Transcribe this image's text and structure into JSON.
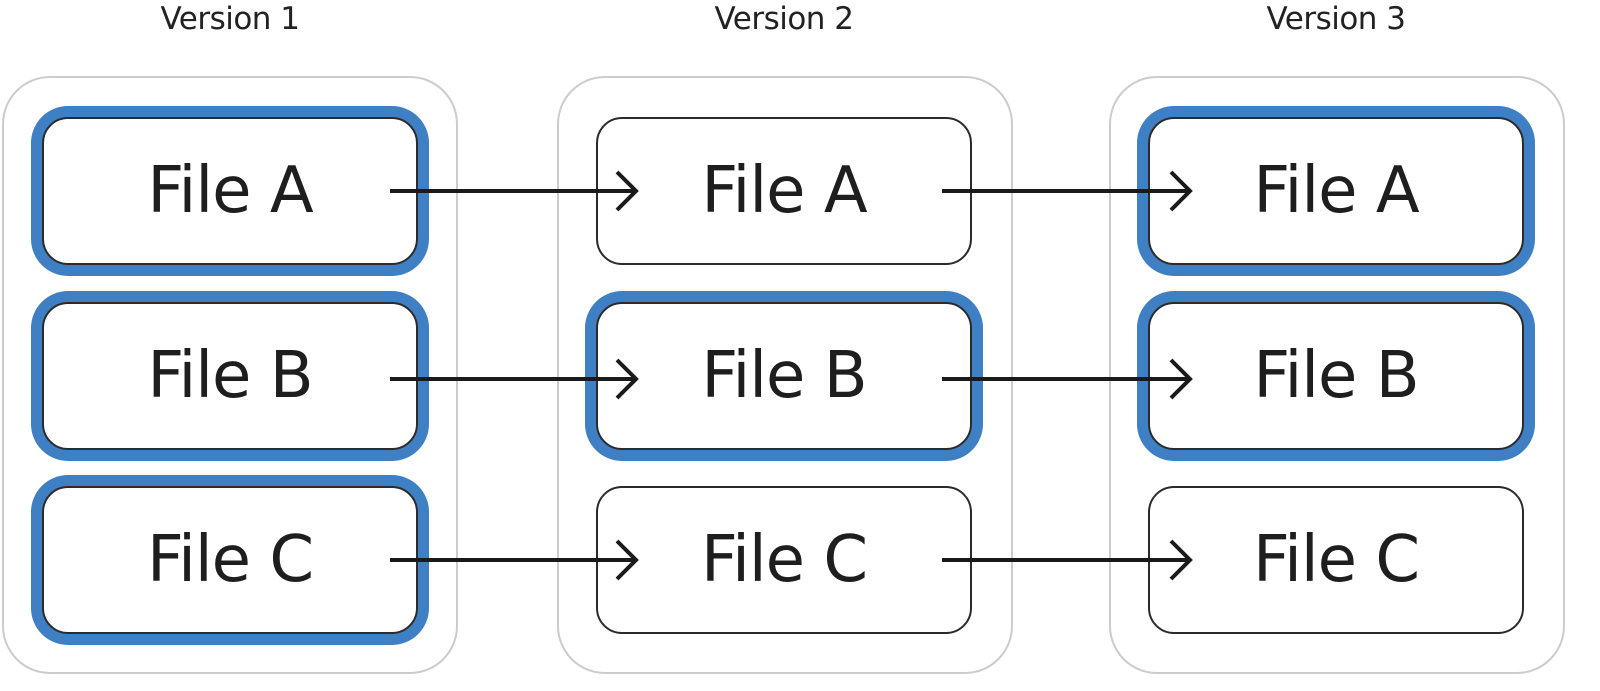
{
  "versions": [
    {
      "title": "Version 1",
      "files": [
        {
          "label": "File A",
          "changed": true
        },
        {
          "label": "File B",
          "changed": true
        },
        {
          "label": "File C",
          "changed": true
        }
      ]
    },
    {
      "title": "Version 2",
      "files": [
        {
          "label": "File A",
          "changed": false
        },
        {
          "label": "File B",
          "changed": true
        },
        {
          "label": "File C",
          "changed": false
        }
      ]
    },
    {
      "title": "Version 3",
      "files": [
        {
          "label": "File A",
          "changed": true
        },
        {
          "label": "File B",
          "changed": true
        },
        {
          "label": "File C",
          "changed": false
        }
      ]
    }
  ],
  "colors": {
    "changed_highlight": "#3f80c4",
    "box_border": "#2b2b2b",
    "column_border": "#cccccc",
    "arrow": "#1a1a1a"
  }
}
